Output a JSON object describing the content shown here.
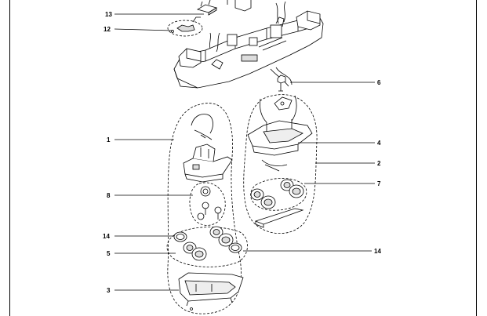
{
  "callouts": {
    "c13": "13",
    "c12": "12",
    "c6": "6",
    "c1": "1",
    "c4": "4",
    "c2": "2",
    "c7": "7",
    "c8": "8",
    "c14a": "14",
    "c14b": "14",
    "c5": "5",
    "c3": "3"
  },
  "colors": {
    "line": "#000000",
    "part_fill": "#ffffff",
    "shade": "#d9d9d9"
  }
}
